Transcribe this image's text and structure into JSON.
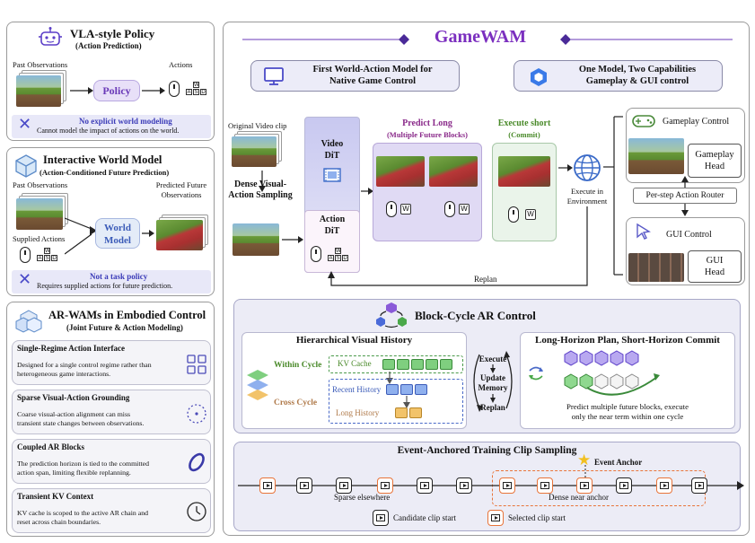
{
  "left": {
    "vla": {
      "title": "VLA-style Policy",
      "subtitle": "(Action Prediction)",
      "past_obs": "Past Observations",
      "actions": "Actions",
      "policy": "Policy",
      "warn_title": "No explicit world modeling",
      "warn_text": "Cannot model the impact of actions on the world."
    },
    "iwm": {
      "title": "Interactive World Model",
      "subtitle": "(Action-Conditioned Future Prediction)",
      "past_obs": "Past Observations",
      "predicted": "Predicted Future",
      "observations": "Observations",
      "model_line1": "World",
      "model_line2": "Model",
      "supplied": "Supplied Actions",
      "warn_title": "Not a task policy",
      "warn_text": "Requires supplied actions for future prediction."
    },
    "ar": {
      "title": "AR-WAMs in Embodied Control",
      "subtitle": "(Joint Future & Action Modeling)",
      "items": [
        {
          "title": "Single-Regime Action Interface",
          "text1": "Designed for a single control regime rather than",
          "text2": "heterogeneous game interactions."
        },
        {
          "title": "Sparse Visual-Action Grounding",
          "text1": "Coarse visual-action alignment can miss",
          "text2": "transient state changes between observations."
        },
        {
          "title": "Coupled AR Blocks",
          "text1": "The prediction horizon is tied to the committed",
          "text2": "action span, limiting flexible replanning."
        },
        {
          "title": "Transient KV Context",
          "text1": "KV cache is scoped to the active AR chain and",
          "text2": "reset across chain boundaries."
        }
      ]
    }
  },
  "right": {
    "title": "GameWAM",
    "feat1_line1": "First World-Action Model for",
    "feat1_line2": "Native Game Control",
    "feat2_line1": "One Model, Two Capabilities",
    "feat2_line2": "Gameplay & GUI control",
    "orig_clip": "Original Video clip",
    "dense_line1": "Dense Visual-",
    "dense_line2": "Action Sampling",
    "video_dit_1": "Video",
    "video_dit_2": "DiT",
    "action_dit_1": "Action",
    "action_dit_2": "DiT",
    "predict_long": "Predict Long",
    "predict_long_sub": "(Multiple Future Blocks)",
    "execute_short": "Execute short",
    "execute_short_sub": "(Commit)",
    "execute_env_1": "Execute in",
    "execute_env_2": "Environment",
    "replan": "Replan",
    "gameplay_control": "Gameplay Control",
    "gameplay_head_1": "Gameplay",
    "gameplay_head_2": "Head",
    "router": "Per-step Action Router",
    "gui_control": "GUI Control",
    "gui_head_1": "GUI",
    "gui_head_2": "Head",
    "key_w": "W",
    "key_a": "A",
    "key_s": "S",
    "key_d": "D"
  },
  "block": {
    "title": "Block-Cycle AR Control",
    "hier_title": "Hierarchical Visual History",
    "within": "Within Cycle",
    "cross": "Cross Cycle",
    "kv": "KV Cache",
    "recent": "Recent History",
    "long": "Long History",
    "execute": "Execute",
    "update": "Update",
    "memory": "Memory",
    "replan": "Replan",
    "plan_title": "Long-Horizon Plan, Short-Horizon Commit",
    "plan_text1": "Predict multiple future blocks, execute",
    "plan_text2": "only the near term within one cycle"
  },
  "event": {
    "title": "Event-Anchored Training Clip Sampling",
    "anchor": "Event Anchor",
    "sparse": "Sparse elsewhere",
    "dense": "Dense near anchor",
    "candidate": "Candidate clip start",
    "selected": "Selected clip start"
  },
  "colors": {
    "title_purple": "#7b2fbf",
    "green": "#4a8a2a",
    "selected_orange": "#e8743a",
    "card_fill": "#f0f0f8"
  }
}
